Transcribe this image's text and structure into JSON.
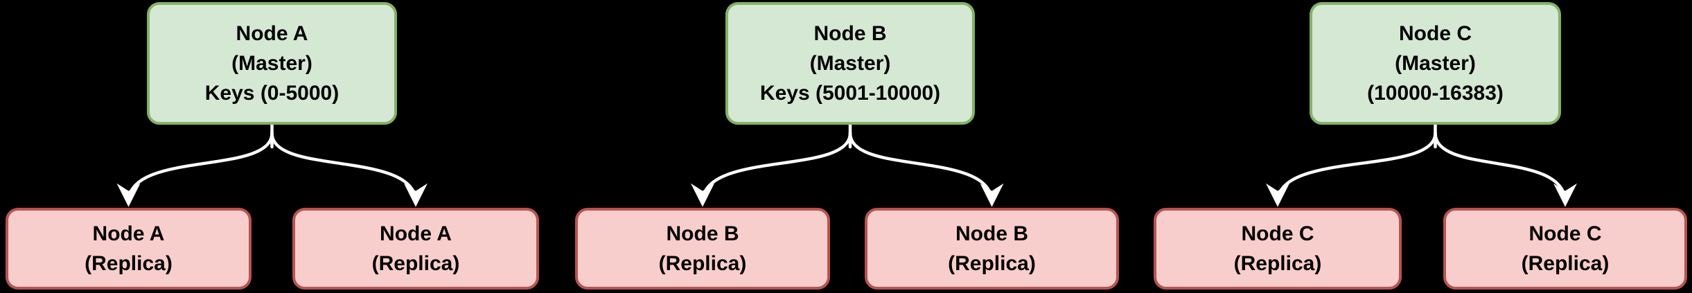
{
  "diagram": {
    "title": "Redis cluster master-replica sharding diagram",
    "palette": {
      "background": "#000000",
      "arrow_color": "#ffffff",
      "master_fill": "#d5e8d4",
      "master_border": "#82b366",
      "replica_fill": "#f8cecc",
      "replica_border": "#b85450",
      "text_color": "#000000"
    },
    "masters": [
      {
        "id": "master-a",
        "lines": [
          "Node A",
          "(Master)",
          "Keys (0-5000)"
        ]
      },
      {
        "id": "master-b",
        "lines": [
          "Node B",
          "(Master)",
          "Keys (5001-10000)"
        ]
      },
      {
        "id": "master-c",
        "lines": [
          "Node C",
          "(Master)",
          "(10000-16383)"
        ]
      }
    ],
    "replicas": [
      {
        "id": "replica-a-1",
        "lines": [
          "Node A",
          "(Replica)"
        ]
      },
      {
        "id": "replica-a-2",
        "lines": [
          "Node A",
          "(Replica)"
        ]
      },
      {
        "id": "replica-b-1",
        "lines": [
          "Node B",
          "(Replica)"
        ]
      },
      {
        "id": "replica-b-2",
        "lines": [
          "Node B",
          "(Replica)"
        ]
      },
      {
        "id": "replica-c-1",
        "lines": [
          "Node C",
          "(Replica)"
        ]
      },
      {
        "id": "replica-c-2",
        "lines": [
          "Node C",
          "(Replica)"
        ]
      }
    ]
  }
}
